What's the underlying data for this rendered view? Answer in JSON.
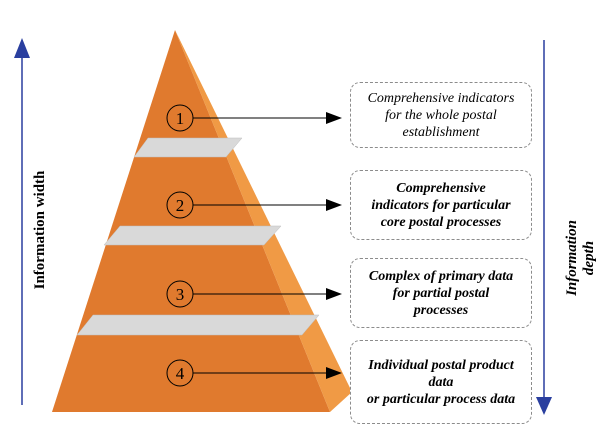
{
  "colors": {
    "pyramid_front": "#e07a2e",
    "pyramid_side": "#f09a45",
    "slab": "#d6d6d6",
    "arrow_blue": "#2a3f9f"
  },
  "levels": [
    {
      "number": "1",
      "label": "Comprehensive indicators\nfor the whole postal\nestablishment"
    },
    {
      "number": "2",
      "label": "Comprehensive\nindicators for  particular\ncore postal processes"
    },
    {
      "number": "3",
      "label": "Complex of primary data\nfor partial postal\nprocesses"
    },
    {
      "number": "4",
      "label": "Individual postal product\ndata\nor particular process data"
    }
  ],
  "axes": {
    "width_label": "Information width",
    "depth_label_line1": "Information",
    "depth_label_line2": "depth"
  }
}
